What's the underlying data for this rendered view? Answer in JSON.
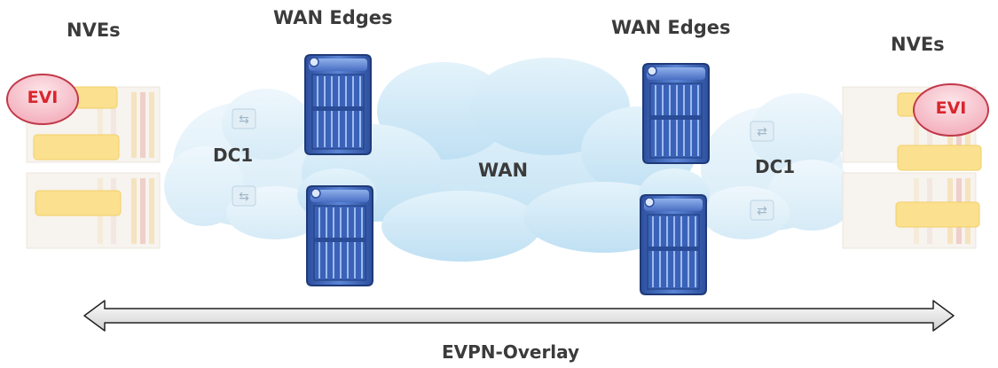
{
  "labels": {
    "nves_left": "NVEs",
    "nves_right": "NVEs",
    "wan_edges_left": "WAN Edges",
    "wan_edges_right": "WAN Edges",
    "dc_left": "DC1",
    "dc_right": "DC1",
    "wan": "WAN",
    "overlay": "EVPN-Overlay",
    "evi_left": "EVI",
    "evi_right": "EVI"
  },
  "colors": {
    "cloud": "#cde7f6",
    "router": "#3b63b5",
    "evi_fill": "#f6c6cf",
    "evi_border": "#c0394a",
    "evi_text": "#d9262e",
    "nve_bar": "#fbe08f",
    "arrow_fill": "#e6e6e6"
  }
}
